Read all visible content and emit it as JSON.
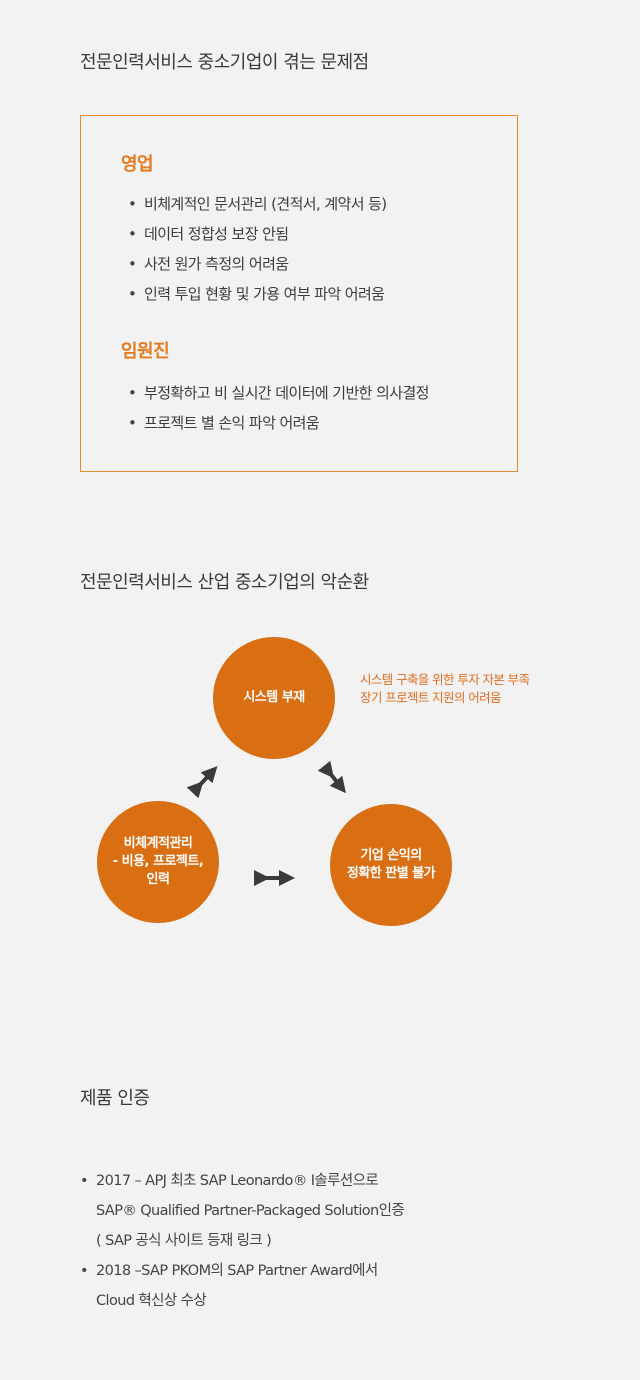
{
  "section1": {
    "title": "전문인력서비스 중소기업이 겪는 문제점",
    "categories": [
      {
        "name": "영업",
        "items": [
          "비체계적인 문서관리 (견적서, 계약서 등)",
          "데이터 정합성 보장 안됨",
          "사전 원가 측정의 어려움",
          "인력 투입 현황 및 가용 여부 파악 어려움"
        ]
      },
      {
        "name": "임원진",
        "items": [
          "부정확하고 비 실시간 데이터에 기반한 의사결정",
          "프로젝트 별 손익 파악 어려움"
        ]
      }
    ]
  },
  "section2": {
    "title": "전문인력서비스 산업 중소기업의 악순환",
    "circle_top": "시스템 부재",
    "circle_left": "비체계적관리\n- 비용, 프로젝트,\n인력",
    "circle_right": "기업 손익의\n정확한 판별 불가",
    "note_line1": "시스템 구축을 위한 투자 자본 부족",
    "note_line2": "장기 프로젝트 지원의 어려움"
  },
  "section3": {
    "title": "제품 인증",
    "cert1": {
      "line1": "2017 – APJ 최초 SAP Leonardo® I솔루션으로",
      "line2": "SAP® Qualified Partner-Packaged  Solution인증",
      "line3": "( SAP 공식 사이트 등재 링크 )"
    },
    "cert2": {
      "line1": "2018 –SAP PKOM의 SAP Partner Award에서",
      "line2": "Cloud 혁신상 수상"
    }
  },
  "colors": {
    "accent": "#d96e12",
    "accent_text": "#e57a1f",
    "arrow": "#3a3a3a",
    "bg": "#f2f2f2"
  }
}
